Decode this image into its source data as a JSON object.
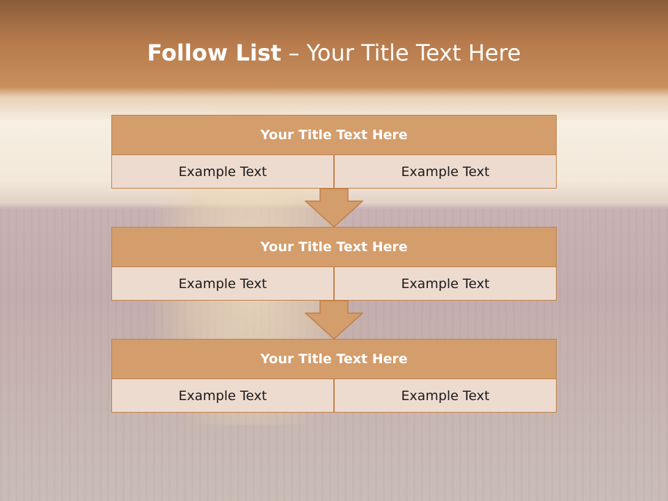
{
  "slide": {
    "title_bold": "Follow List",
    "title_rest": " – Your Title Text Here"
  },
  "steps": [
    {
      "title": "Your Title Text Here",
      "left": "Example Text",
      "right": "Example Text"
    },
    {
      "title": "Your Title Text Here",
      "left": "Example Text",
      "right": "Example Text"
    },
    {
      "title": "Your Title Text Here",
      "left": "Example Text",
      "right": "Example Text"
    }
  ],
  "colors": {
    "header_fill": "#d39d6c",
    "cell_fill": "#eedbd0",
    "border": "#c17f45",
    "title_text": "#ffffff"
  },
  "icons": [
    "down-arrow-icon"
  ]
}
